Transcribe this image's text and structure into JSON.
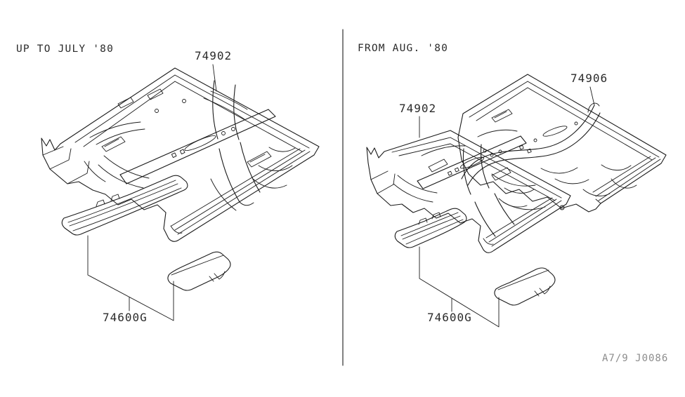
{
  "left_panel": {
    "title": "UP TO JULY '80",
    "carpet_label": "74902",
    "insulator_label": "74600G"
  },
  "right_panel": {
    "title": "FROM AUG. '80",
    "front_carpet_label": "74902",
    "rear_carpet_label": "74906",
    "insulator_label": "74600G"
  },
  "figure_code": "A7/9 J0086",
  "colors": {
    "line": "#1b1b1b",
    "text": "#2b2b2b",
    "muted_text": "#8c8c8c",
    "background": "#ffffff"
  }
}
